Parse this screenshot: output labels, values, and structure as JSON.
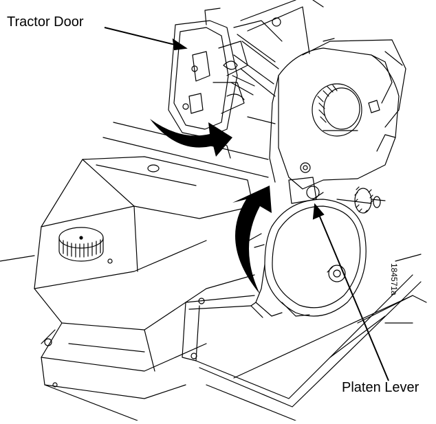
{
  "callouts": {
    "tractor_door": "Tractor Door",
    "platen_lever": "Platen Lever"
  },
  "figure_id": "184571a",
  "colors": {
    "line": "#000000",
    "arrow": "#000000",
    "background": "#ffffff"
  }
}
